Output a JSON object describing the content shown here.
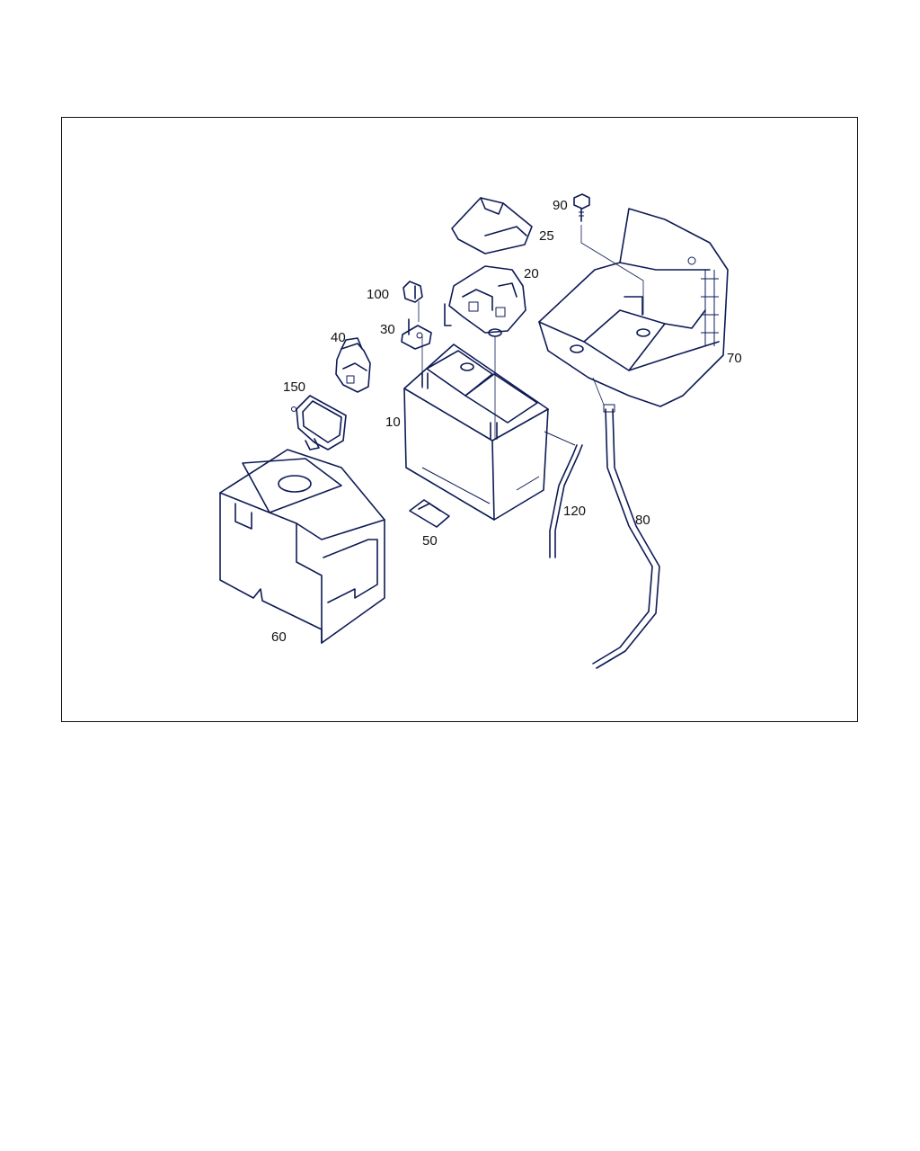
{
  "diagram": {
    "callouts": {
      "c10": "10",
      "c20": "20",
      "c25": "25",
      "c30": "30",
      "c40": "40",
      "c50": "50",
      "c60": "60",
      "c70": "70",
      "c80": "80",
      "c90": "90",
      "c100": "100",
      "c120": "120",
      "c150": "150"
    }
  }
}
